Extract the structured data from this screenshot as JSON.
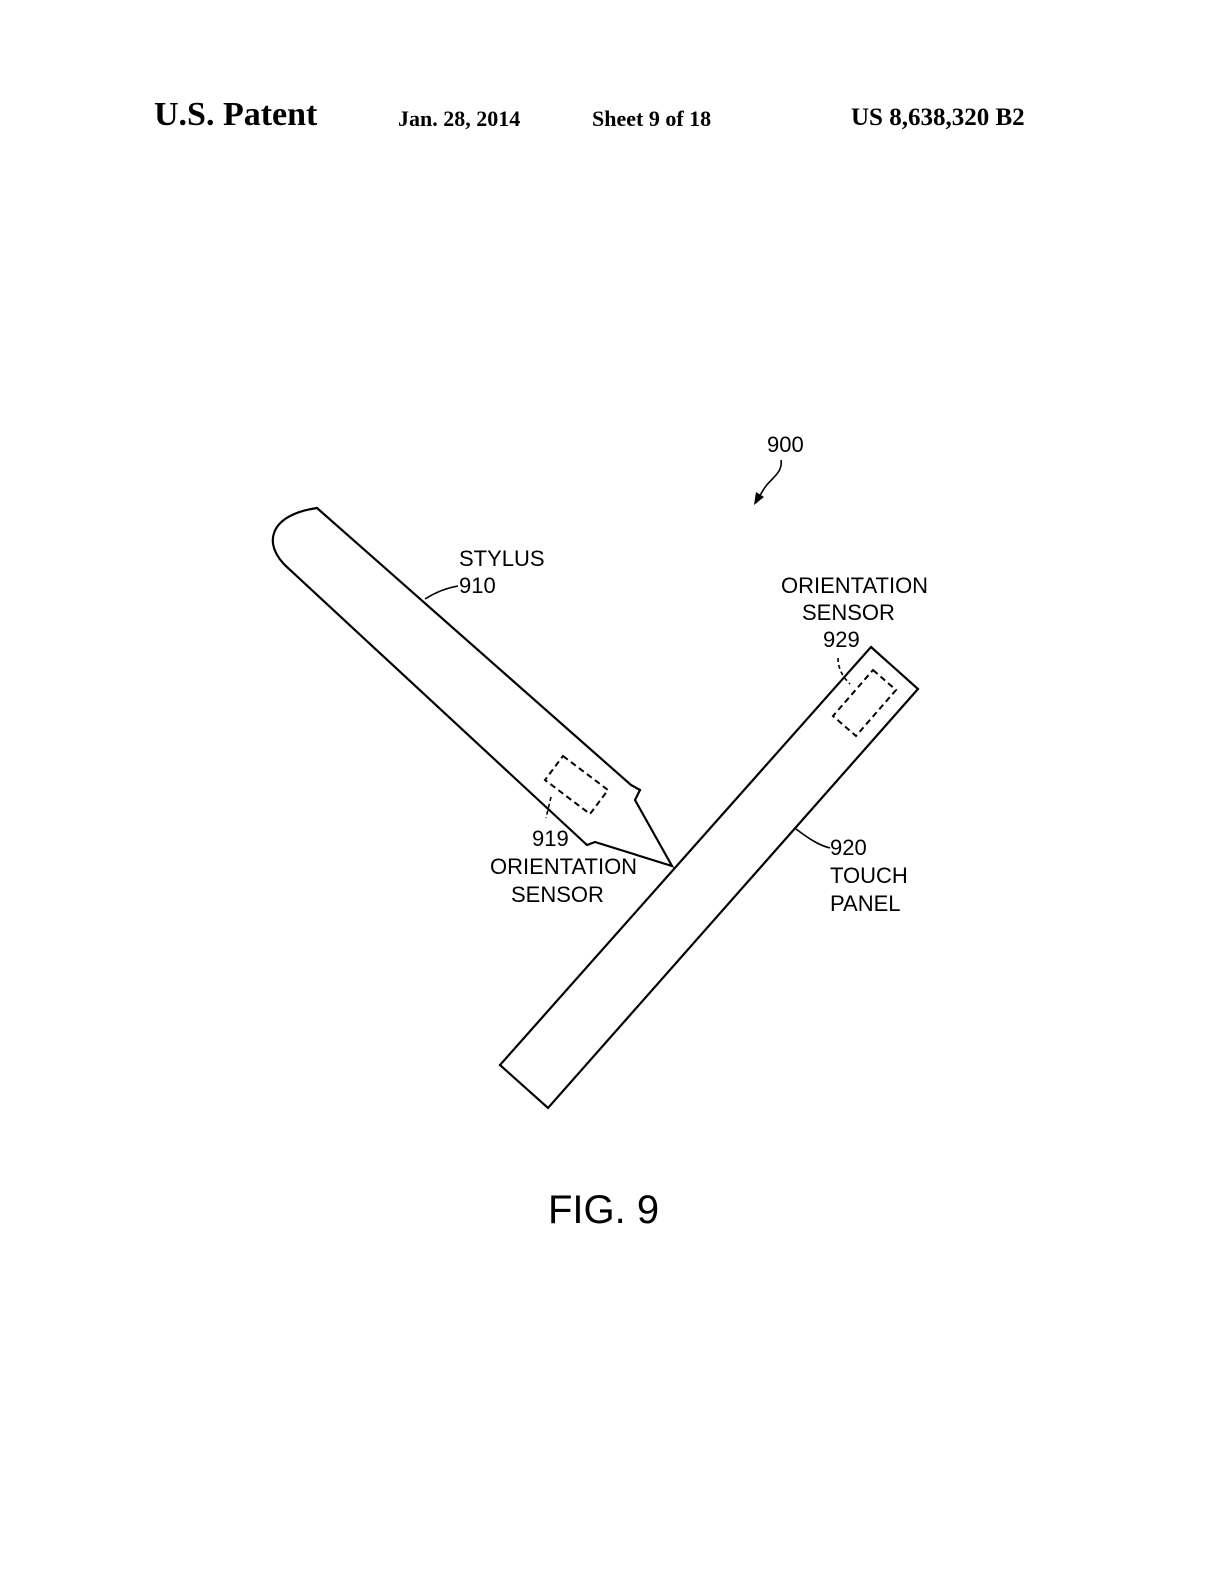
{
  "header": {
    "publication": "U.S. Patent",
    "date": "Jan. 28, 2014",
    "sheet": "Sheet 9 of 18",
    "patent_number": "US 8,638,320 B2"
  },
  "figure": {
    "reference": "900",
    "caption": "FIG. 9",
    "labels": {
      "stylus_name": "STYLUS",
      "stylus_ref": "910",
      "stylus_sensor_ref": "919",
      "stylus_sensor_line1": "ORIENTATION",
      "stylus_sensor_line2": "SENSOR",
      "panel_sensor_line1": "ORIENTATION",
      "panel_sensor_line2": "SENSOR",
      "panel_sensor_ref": "929",
      "panel_ref": "920",
      "panel_name_line1": "TOUCH",
      "panel_name_line2": "PANEL"
    }
  }
}
